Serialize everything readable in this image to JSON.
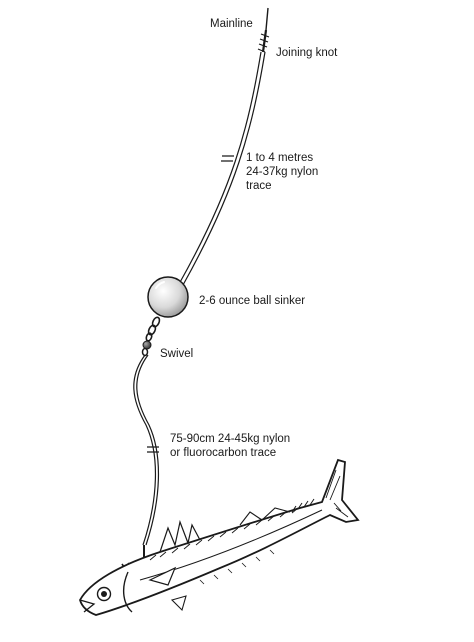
{
  "labels": {
    "mainline": "Mainline",
    "joining_knot": "Joining knot",
    "upper_trace": [
      "1 to 4 metres",
      "24-37kg nylon",
      "trace"
    ],
    "ball_sinker": "2-6 ounce ball sinker",
    "swivel": "Swivel",
    "lower_trace": [
      "75-90cm 24-45kg nylon",
      "or fluorocarbon trace"
    ]
  },
  "colors": {
    "ink": "#1a1a1a",
    "background": "#ffffff"
  }
}
